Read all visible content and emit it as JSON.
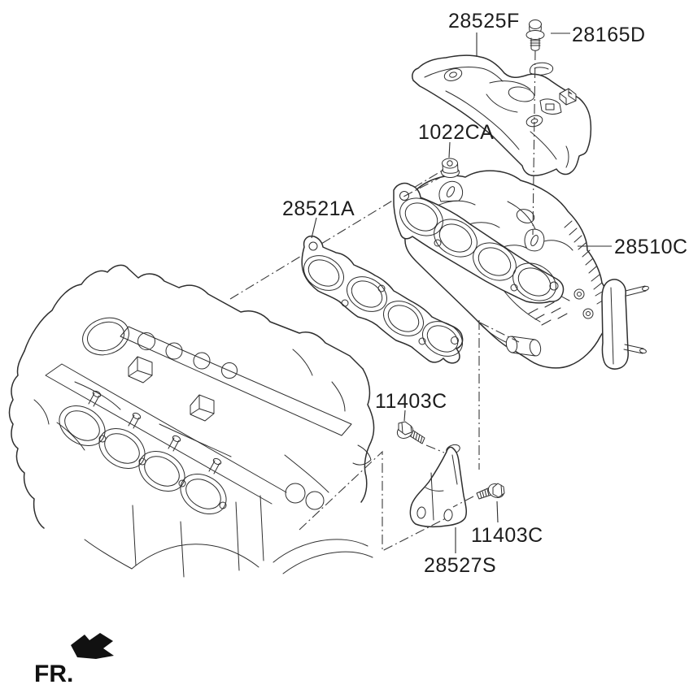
{
  "diagram": {
    "kind": "exhaust-manifold-parts-diagram",
    "background_color": "#ffffff",
    "line_color": "#2e2e2e",
    "callouts": [
      {
        "code": "28525F"
      },
      {
        "code": "28165D"
      },
      {
        "code": "1022CA"
      },
      {
        "code": "28521A"
      },
      {
        "code": "28510C"
      },
      {
        "code": "11403C"
      },
      {
        "code": "11403C"
      },
      {
        "code": "28527S"
      }
    ],
    "direction_indicator": {
      "label": "FR."
    }
  }
}
